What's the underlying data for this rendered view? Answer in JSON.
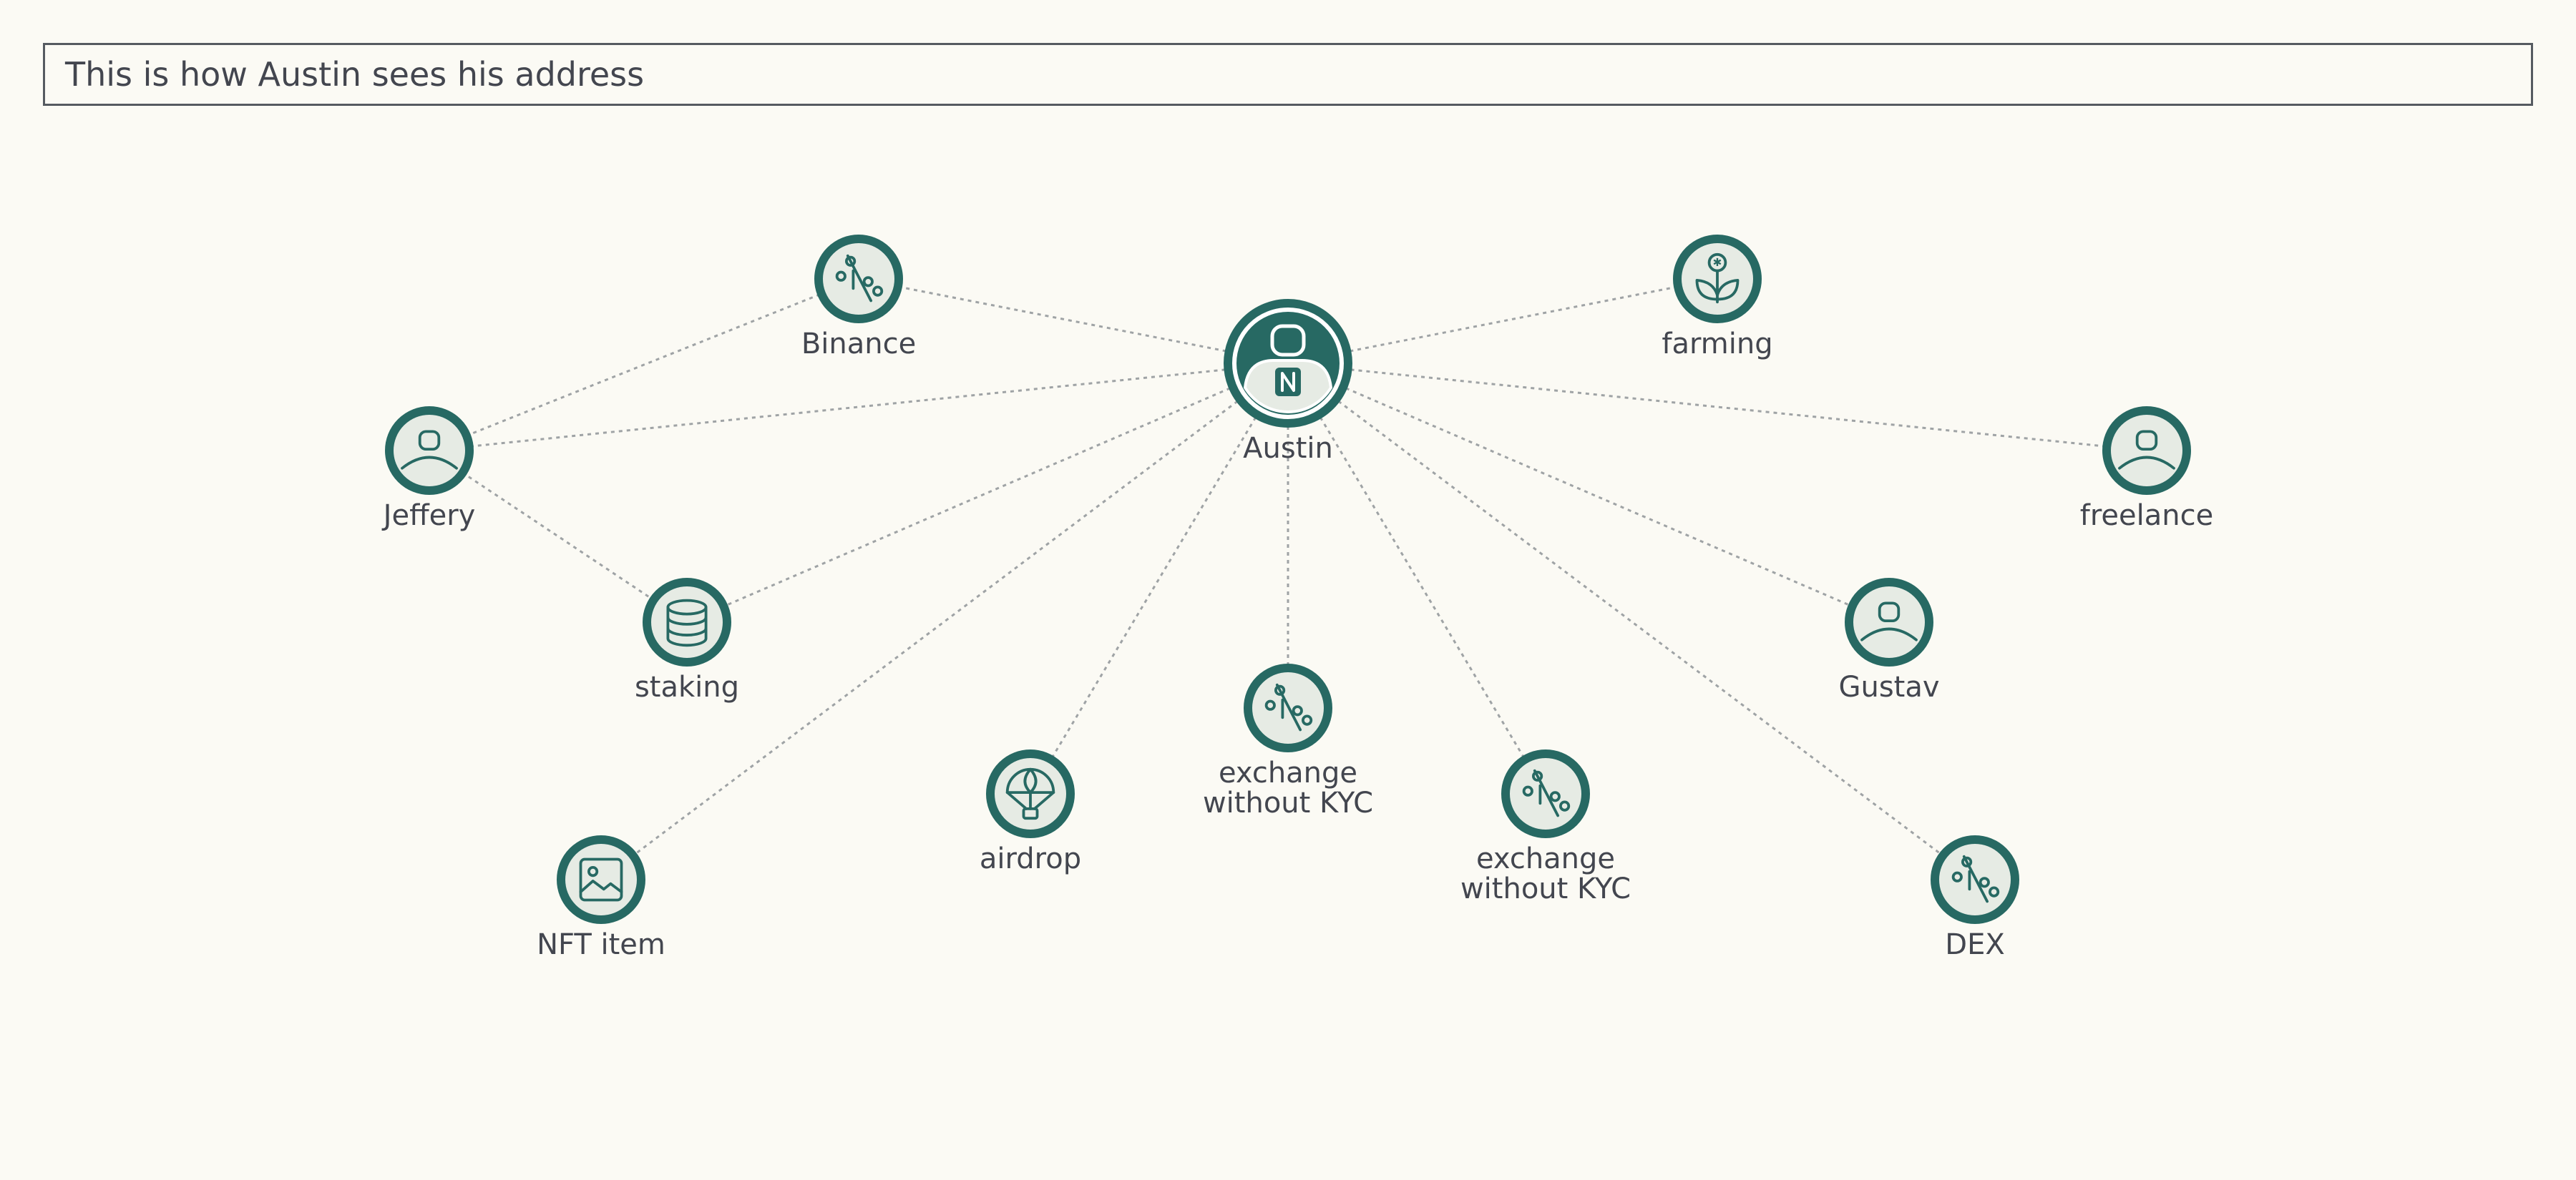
{
  "header": {
    "title": "This is how Austin sees his address"
  },
  "colors": {
    "background": "#fbfaf4",
    "node_primary": "#276963",
    "node_fill": "#e6ebe4",
    "edge": "#9fa3a5",
    "text": "#43464f"
  },
  "nodes": [
    {
      "id": "austin",
      "label": [
        "Austin"
      ],
      "icon": "person-wallet-icon",
      "kind": "center"
    },
    {
      "id": "binance",
      "label": [
        "Binance"
      ],
      "icon": "exchange-percent-icon",
      "kind": "node"
    },
    {
      "id": "farming",
      "label": [
        "farming"
      ],
      "icon": "sprout-icon",
      "kind": "node"
    },
    {
      "id": "jeffery",
      "label": [
        "Jeffery"
      ],
      "icon": "user-icon",
      "kind": "node"
    },
    {
      "id": "freelance",
      "label": [
        "freelance"
      ],
      "icon": "user-icon",
      "kind": "node"
    },
    {
      "id": "staking",
      "label": [
        "staking"
      ],
      "icon": "coin-stack-icon",
      "kind": "node"
    },
    {
      "id": "gustav",
      "label": [
        "Gustav"
      ],
      "icon": "user-icon",
      "kind": "node"
    },
    {
      "id": "exchange1",
      "label": [
        "exchange",
        "without KYC"
      ],
      "icon": "exchange-percent-icon",
      "kind": "node"
    },
    {
      "id": "airdrop",
      "label": [
        "airdrop"
      ],
      "icon": "parachute-icon",
      "kind": "node"
    },
    {
      "id": "exchange2",
      "label": [
        "exchange",
        "without KYC"
      ],
      "icon": "exchange-percent-icon",
      "kind": "node"
    },
    {
      "id": "nft",
      "label": [
        "NFT item"
      ],
      "icon": "image-icon",
      "kind": "node"
    },
    {
      "id": "dex",
      "label": [
        "DEX"
      ],
      "icon": "exchange-percent-icon",
      "kind": "node"
    }
  ],
  "edges": [
    [
      "austin",
      "binance"
    ],
    [
      "austin",
      "farming"
    ],
    [
      "austin",
      "jeffery"
    ],
    [
      "austin",
      "freelance"
    ],
    [
      "austin",
      "staking"
    ],
    [
      "austin",
      "gustav"
    ],
    [
      "austin",
      "exchange1"
    ],
    [
      "austin",
      "airdrop"
    ],
    [
      "austin",
      "exchange2"
    ],
    [
      "austin",
      "nft"
    ],
    [
      "austin",
      "dex"
    ],
    [
      "jeffery",
      "binance"
    ],
    [
      "jeffery",
      "staking"
    ]
  ]
}
